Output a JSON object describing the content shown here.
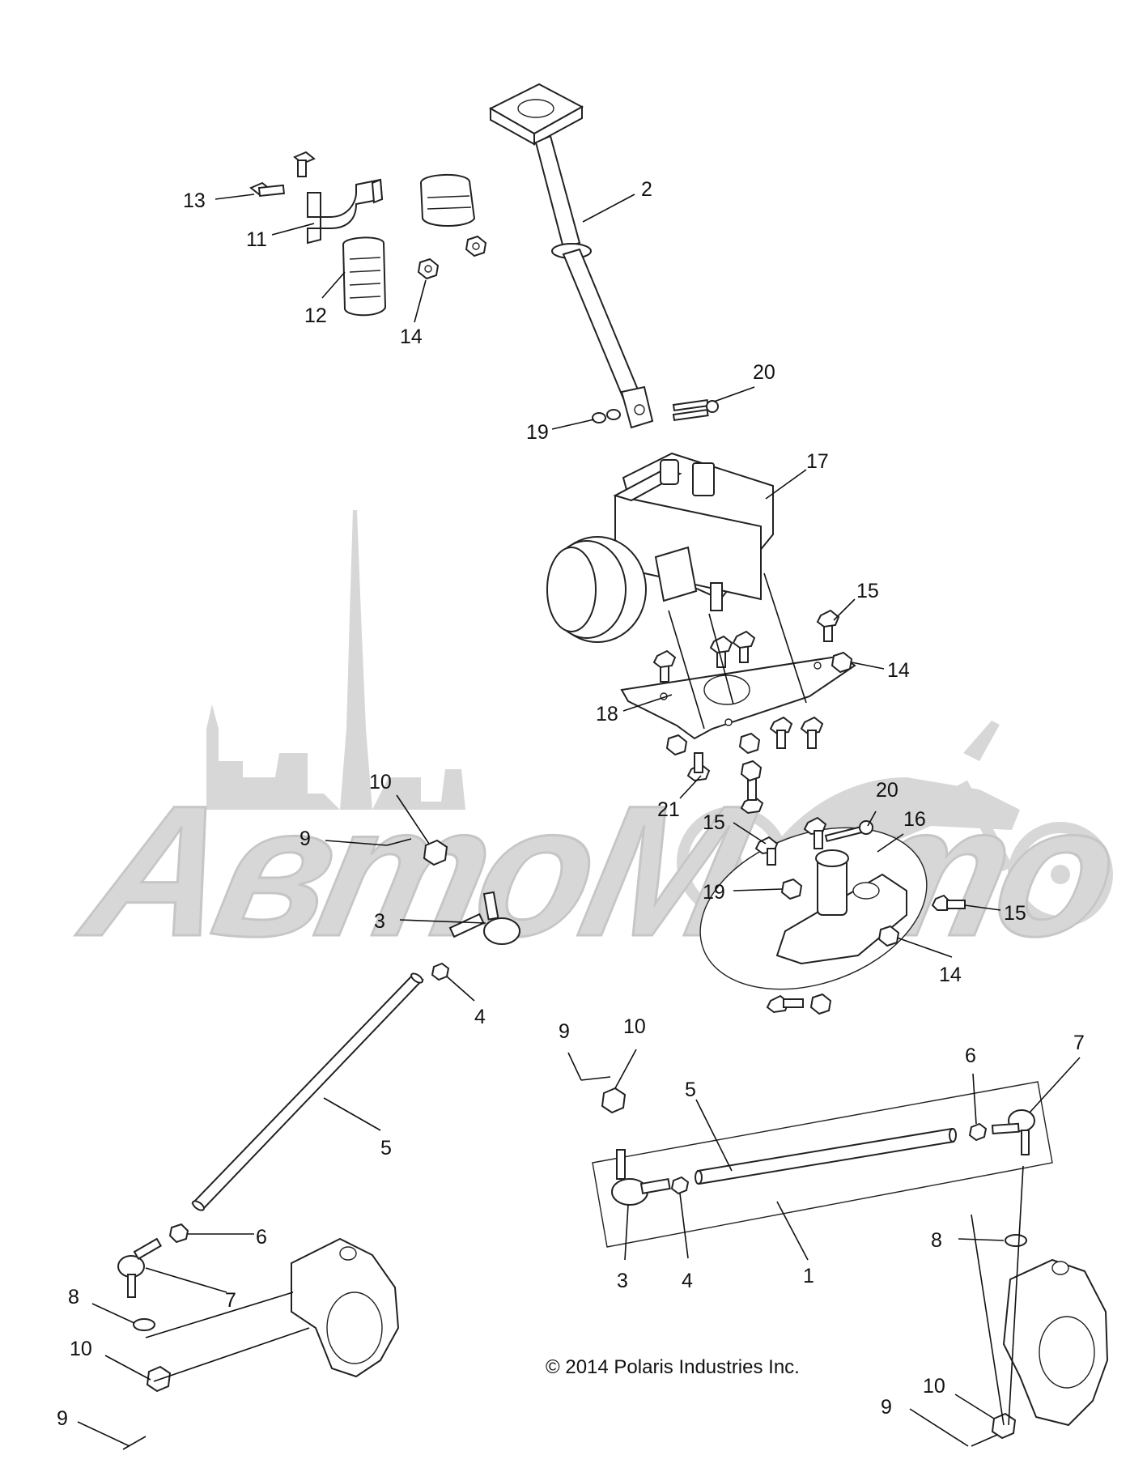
{
  "copyright": "© 2014 Polaris Industries Inc.",
  "watermark_text": "АвтоМото",
  "callouts": {
    "c1": "1",
    "c2": "2",
    "c3a": "3",
    "c3b": "3",
    "c4a": "4",
    "c4b": "4",
    "c5a": "5",
    "c5b": "5",
    "c6a": "6",
    "c6b": "6",
    "c7a": "7",
    "c7b": "7",
    "c8a": "8",
    "c8b": "8",
    "c9a": "9",
    "c9b": "9",
    "c9c": "9",
    "c9d": "9",
    "c10a": "10",
    "c10b": "10",
    "c10c": "10",
    "c10d": "10",
    "c11": "11",
    "c12": "12",
    "c13": "13",
    "c14a": "14",
    "c14b": "14",
    "c14c": "14",
    "c15a": "15",
    "c15b": "15",
    "c15c": "15",
    "c16": "16",
    "c17": "17",
    "c18": "18",
    "c19a": "19",
    "c19b": "19",
    "c20a": "20",
    "c20b": "20",
    "c21": "21"
  }
}
